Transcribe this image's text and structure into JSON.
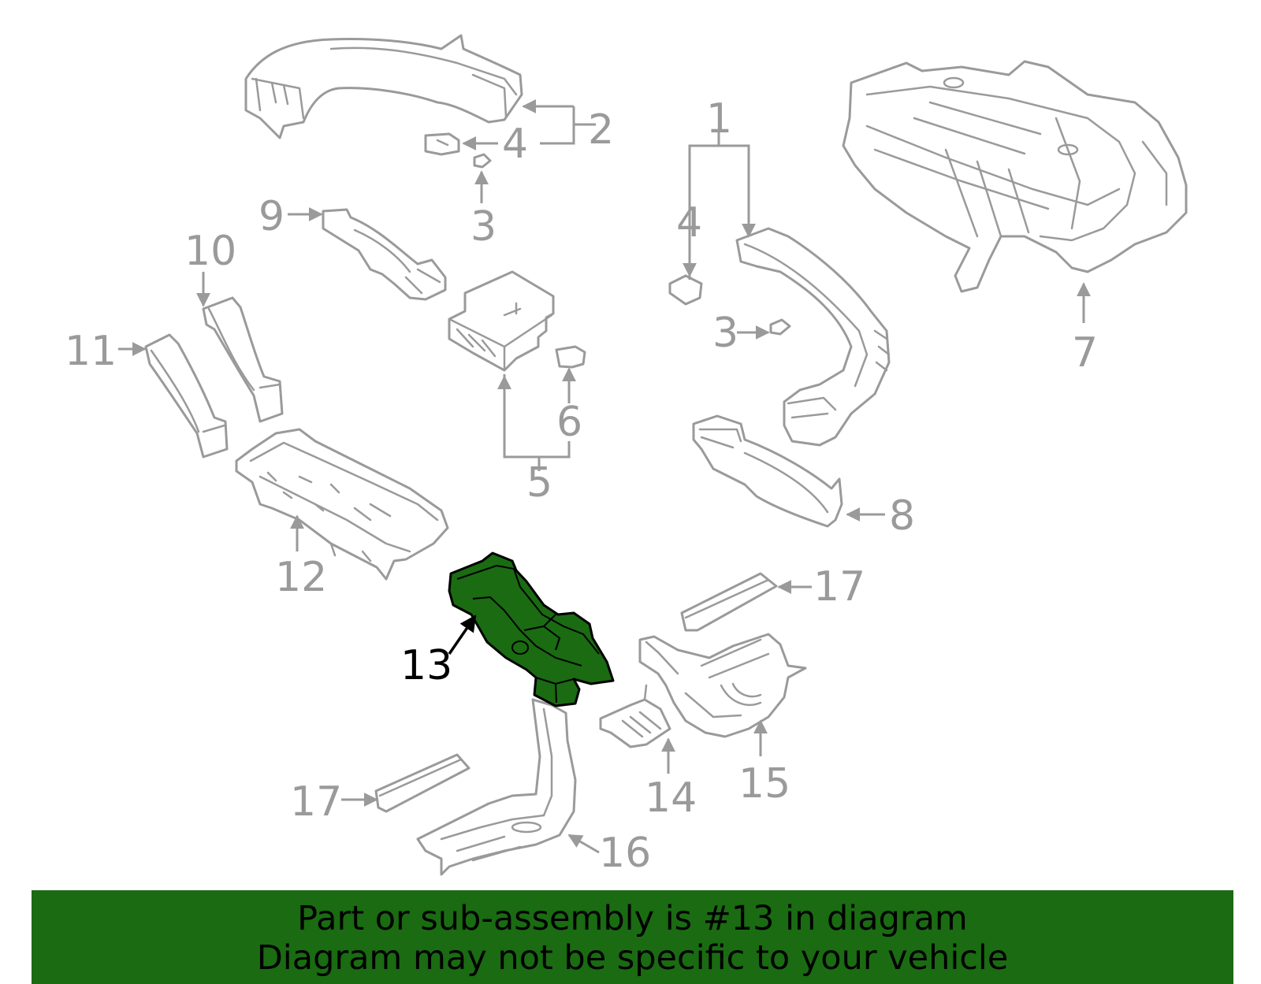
{
  "callouts": {
    "c1": "1",
    "c2": "2",
    "c3a": "3",
    "c3b": "3",
    "c4a": "4",
    "c4b": "4",
    "c5": "5",
    "c6": "6",
    "c7": "7",
    "c8": "8",
    "c9": "9",
    "c10": "10",
    "c11": "11",
    "c12": "12",
    "c13": "13",
    "c14": "14",
    "c15": "15",
    "c16": "16",
    "c17a": "17",
    "c17b": "17"
  },
  "banner": {
    "line1": "Part or sub-assembly is #13 in diagram",
    "line2": "Diagram may not be specific to your vehicle"
  },
  "colors": {
    "highlight": "#1a6b12",
    "line_art": "#9a9a9a",
    "highlight_outline": "#000000"
  }
}
